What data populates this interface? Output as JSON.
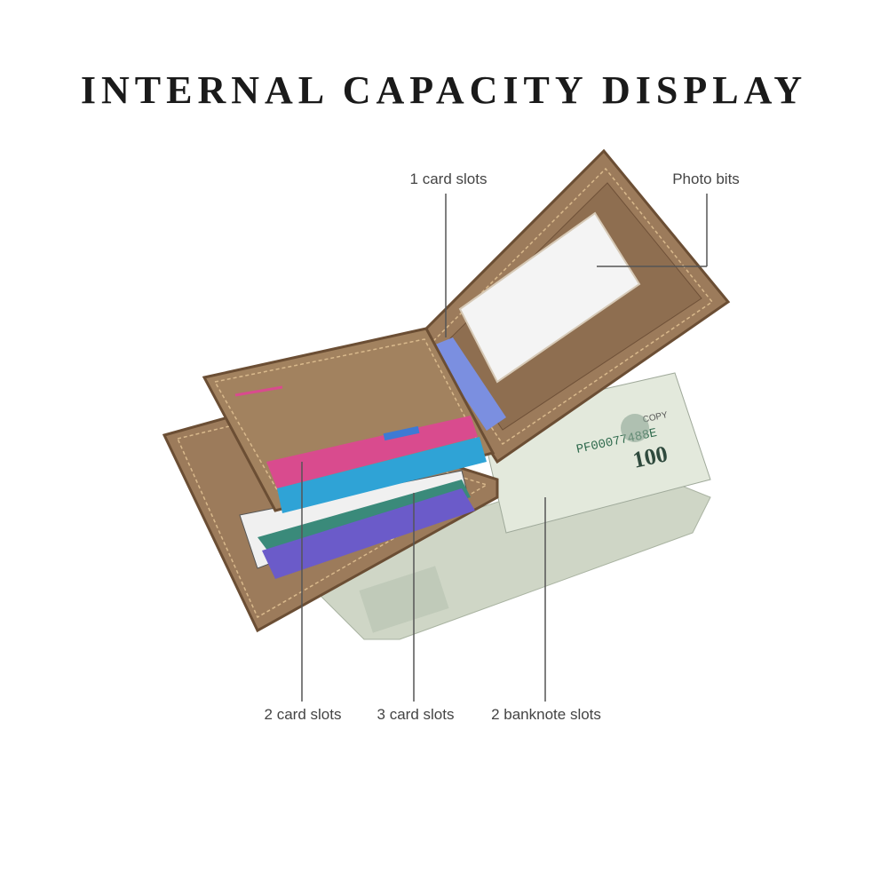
{
  "title": "INTERNAL CAPACITY DISPLAY",
  "callouts": {
    "one_card_slots": "1 card slots",
    "photo_bits": "Photo bits",
    "two_card_slots": "2 card slots",
    "three_card_slots": "3 card slots",
    "two_banknote_slots": "2 banknote slots"
  },
  "banknote": {
    "serial": "PF00077488E",
    "denomination": "100",
    "copy_text": "COPY"
  },
  "colors": {
    "leather": "#9c7b5b",
    "leather_dark": "#7a5b40",
    "stitch": "#d9b98c",
    "card_pink": "#d94b8e",
    "card_cyan": "#2fa3d6",
    "card_teal": "#3a8a7a",
    "card_purple": "#6b5bc9",
    "money": "#dfe6d6"
  }
}
